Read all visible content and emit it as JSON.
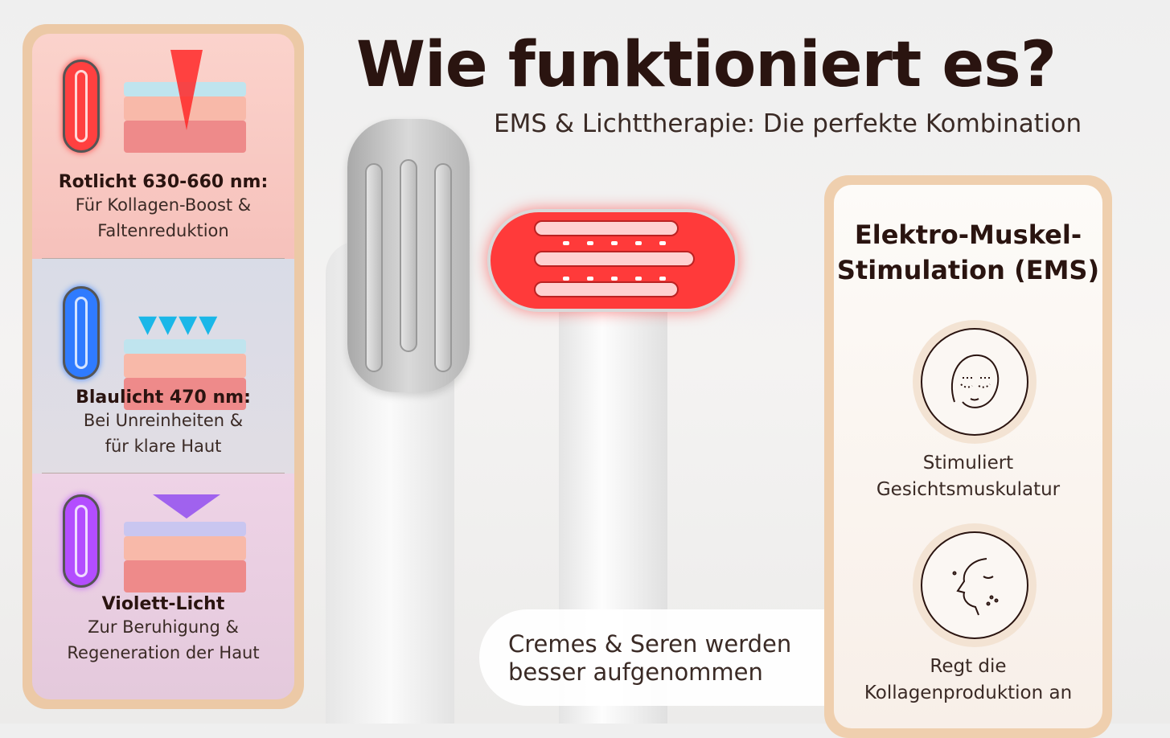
{
  "title": "Wie funktioniert es?",
  "subtitle": "EMS & Lichttherapie: Die perfekte Kombination",
  "light_modes": [
    {
      "title": "Rotlicht 630-660 nm:",
      "line1": "Für Kollagen-Boost &",
      "line2": "Faltenreduktion",
      "color": "#ff3b3b"
    },
    {
      "title": "Blaulicht 470 nm:",
      "line1": "Bei Unreinheiten &",
      "line2": "für klare Haut",
      "color": "#1f6fff"
    },
    {
      "title": "Violett-Licht",
      "line1": "Zur Beruhigung &",
      "line2": "Regeneration der Haut",
      "color": "#b34dff"
    }
  ],
  "bubble": {
    "line1": "Cremes & Seren werden",
    "line2": "besser aufgenommen"
  },
  "ems": {
    "heading1": "Elektro-Muskel-",
    "heading2": "Stimulation (EMS)",
    "benefits": [
      {
        "line1": "Stimuliert",
        "line2": "Gesichtsmuskulatur",
        "icon": "face-massage-icon"
      },
      {
        "line1": "Regt die",
        "line2": "Kollagenproduktion an",
        "icon": "face-profile-icon"
      }
    ]
  }
}
